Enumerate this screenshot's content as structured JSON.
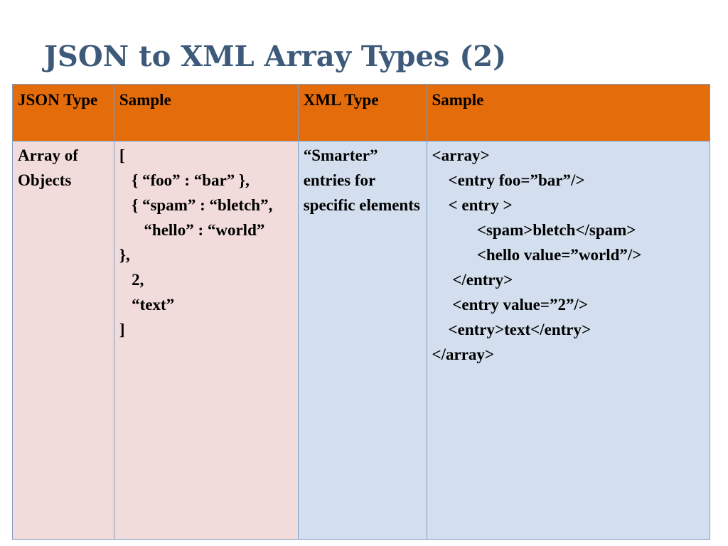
{
  "slide": {
    "title": "JSON to XML Array Types (2)"
  },
  "table": {
    "headers": [
      "JSON Type",
      "Sample",
      "XML Type",
      "Sample"
    ],
    "rows": [
      {
        "json_type": "Array of Objects",
        "json_sample_lines": [
          "[",
          "   { “foo” : “bar” },",
          "   { “spam” : “bletch”,",
          "      “hello” : “world”",
          "},",
          "   2,",
          "   “text”",
          "]"
        ],
        "xml_type": "“Smarter” entries for specific elements",
        "xml_sample_lines": [
          "<array>",
          "    <entry foo=”bar”/>",
          "    < entry >",
          "           <spam>bletch</spam>",
          "           <hello value=”world”/>",
          "     </entry>",
          "     <entry value=”2”/>",
          "    <entry>text</entry>",
          "</array>"
        ]
      }
    ]
  },
  "colors": {
    "title": "#3d5a7a",
    "header_bg": "#e46c0a",
    "json_cells_bg": "#f2dcdb",
    "xml_cells_bg": "#d3dfee",
    "grid_border": "#7f9cc3"
  }
}
